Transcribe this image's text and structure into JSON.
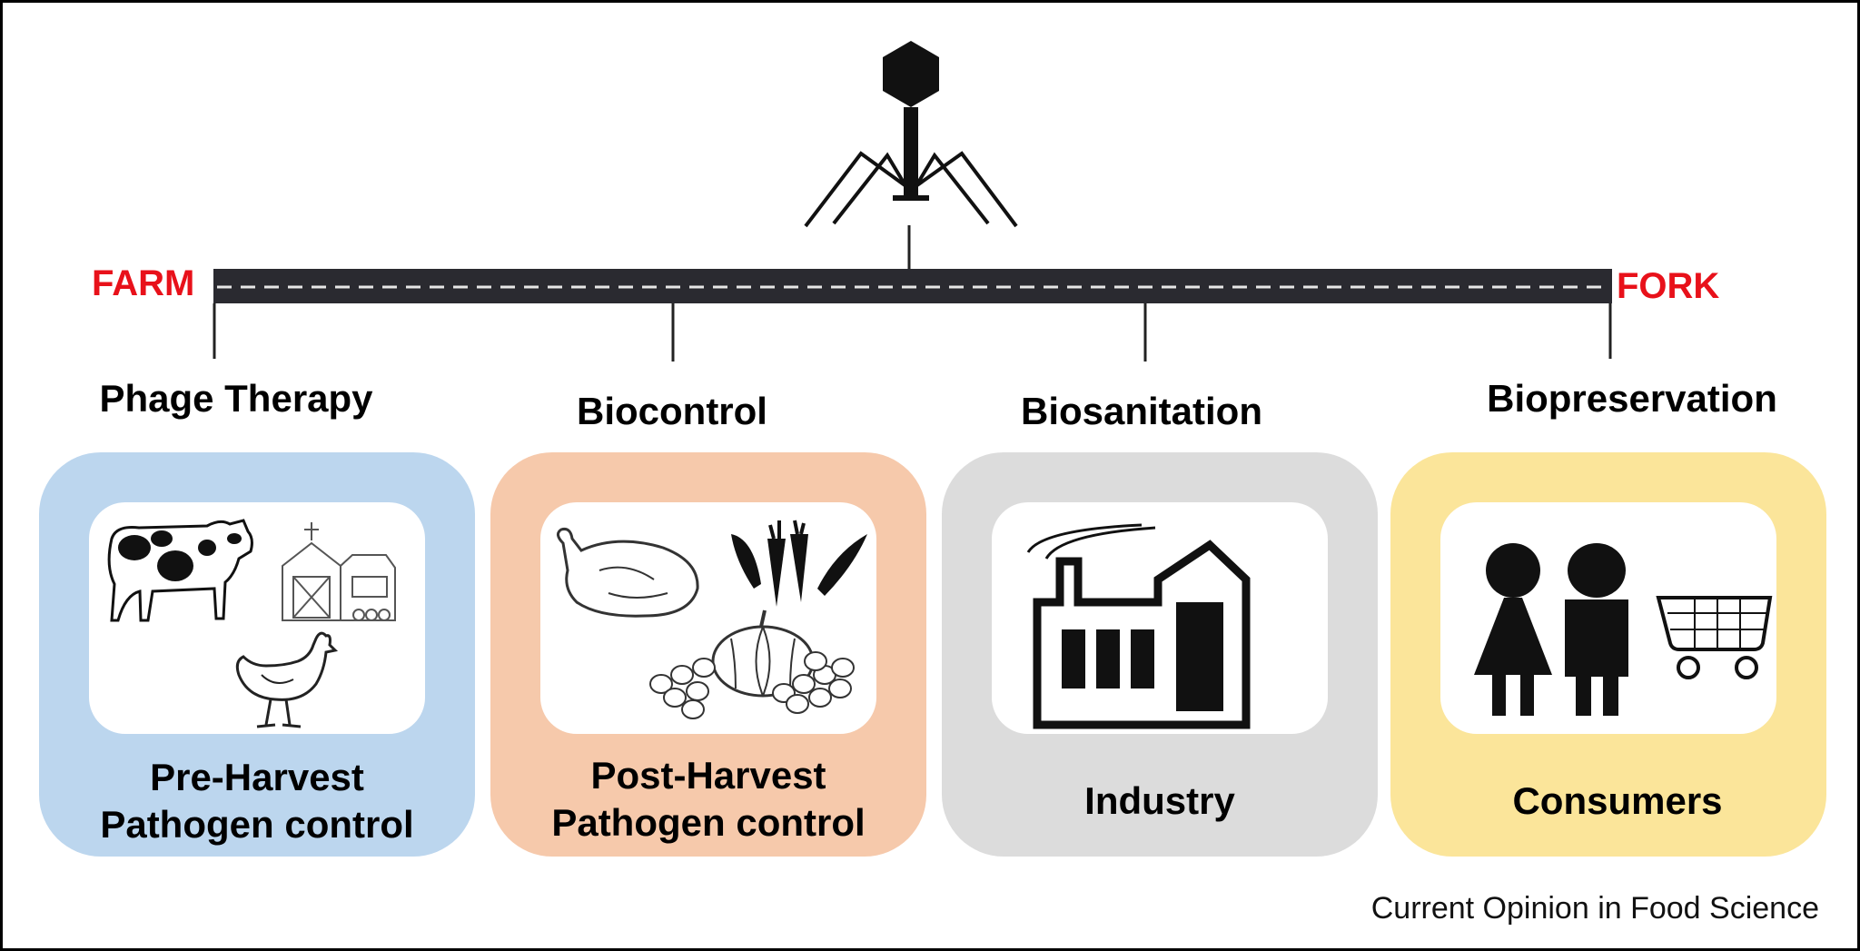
{
  "road": {
    "start_label": "FARM",
    "end_label": "FORK",
    "road_color": "#2a2a30",
    "dash_color": "#e6e6e6",
    "end_label_color": "#e8111a"
  },
  "phage_icon": "bacteriophage-icon",
  "stages": [
    {
      "label": "Phage Therapy",
      "caption_line1": "Pre-Harvest",
      "caption_line2": "Pathogen control",
      "color": "#bcd6ee",
      "icons": [
        "cow-icon",
        "barn-icon",
        "chicken-icon"
      ]
    },
    {
      "label": "Biocontrol",
      "caption_line1": "Post-Harvest",
      "caption_line2": "Pathogen control",
      "color": "#f6c9ab",
      "icons": [
        "roast-chicken-icon",
        "vegetables-icon",
        "pumpkin-icon",
        "grapes-icon"
      ]
    },
    {
      "label": "Biosanitation",
      "caption_line1": "Industry",
      "caption_line2": "",
      "color": "#dcdcdc",
      "icons": [
        "factory-icon"
      ]
    },
    {
      "label": "Biopreservation",
      "caption_line1": "Consumers",
      "caption_line2": "",
      "color": "#fbe59a",
      "icons": [
        "woman-icon",
        "man-icon",
        "shopping-cart-icon"
      ]
    }
  ],
  "credit": "Current Opinion in Food Science"
}
